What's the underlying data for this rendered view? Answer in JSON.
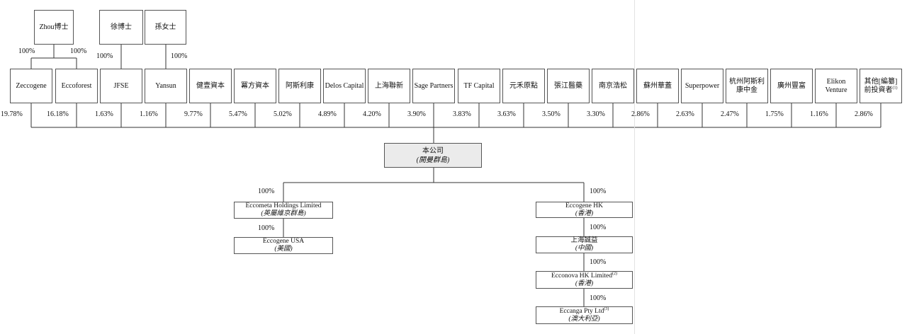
{
  "top_holders": [
    {
      "id": "zhou",
      "label": "Zhou博士"
    },
    {
      "id": "xu",
      "label": "徐博士"
    },
    {
      "id": "sun",
      "label": "孫女士"
    }
  ],
  "top_links": {
    "zhou_zeccogene": "100%",
    "zhou_eccoforest": "100%",
    "xu_jfse": "100%",
    "sun_yansun": "100%"
  },
  "shareholders": [
    {
      "label": "Zeccogene",
      "pct": "19.78%"
    },
    {
      "label": "Eccoforest",
      "pct": "16.18%"
    },
    {
      "label": "JFSE",
      "pct": "1.63%"
    },
    {
      "label": "Yansun",
      "pct": "1.16%"
    },
    {
      "label": "健壹資本",
      "pct": "9.77%"
    },
    {
      "label": "冪方資本",
      "pct": "5.47%"
    },
    {
      "label": "阿斯利康",
      "pct": "5.02%"
    },
    {
      "label": "Delos Capital",
      "pct": "4.89%"
    },
    {
      "label": "上海聯新",
      "pct": "4.20%"
    },
    {
      "label": "Sage Partners",
      "pct": "3.90%"
    },
    {
      "label": "TF Capital",
      "pct": "3.83%"
    },
    {
      "label": "元禾原點",
      "pct": "3.63%"
    },
    {
      "label": "張江醫藥",
      "pct": "3.50%"
    },
    {
      "label": "南京浩松",
      "pct": "3.30%"
    },
    {
      "label": "蘇州華蓋",
      "pct": "2.86%"
    },
    {
      "label": "Superpower",
      "pct": "2.63%"
    },
    {
      "label": "杭州阿斯利康中金",
      "pct": "2.47%"
    },
    {
      "label": "廣州豐富",
      "pct": "1.75%"
    },
    {
      "label": "Elikon Venture",
      "pct": "1.16%"
    },
    {
      "label": "其他[編纂]前投資者",
      "note": "(1)",
      "pct": "2.86%"
    }
  ],
  "company": {
    "name": "本公司",
    "place": "(開曼群島)"
  },
  "left_branch": {
    "link1": "100%",
    "sub1": {
      "name": "Eccometa Holdings Limited",
      "place": "(英屬維京群島)"
    },
    "link2": "100%",
    "sub2": {
      "name": "Eccogene USA",
      "place": "(美國)"
    }
  },
  "right_branch": {
    "link1": "100%",
    "sub1": {
      "name": "Eccogene HK",
      "place": "(香港)"
    },
    "link2": "100%",
    "sub2": {
      "name": "上海誠益",
      "place": "(中國)"
    },
    "link3": "100%",
    "sub3": {
      "name": "Ecconova HK Limited",
      "note": "(2)",
      "place": "(香港)"
    },
    "link4": "100%",
    "sub4": {
      "name": "Eccanga Pty Ltd",
      "note": "(3)",
      "place": "(澳大利亞)"
    }
  }
}
